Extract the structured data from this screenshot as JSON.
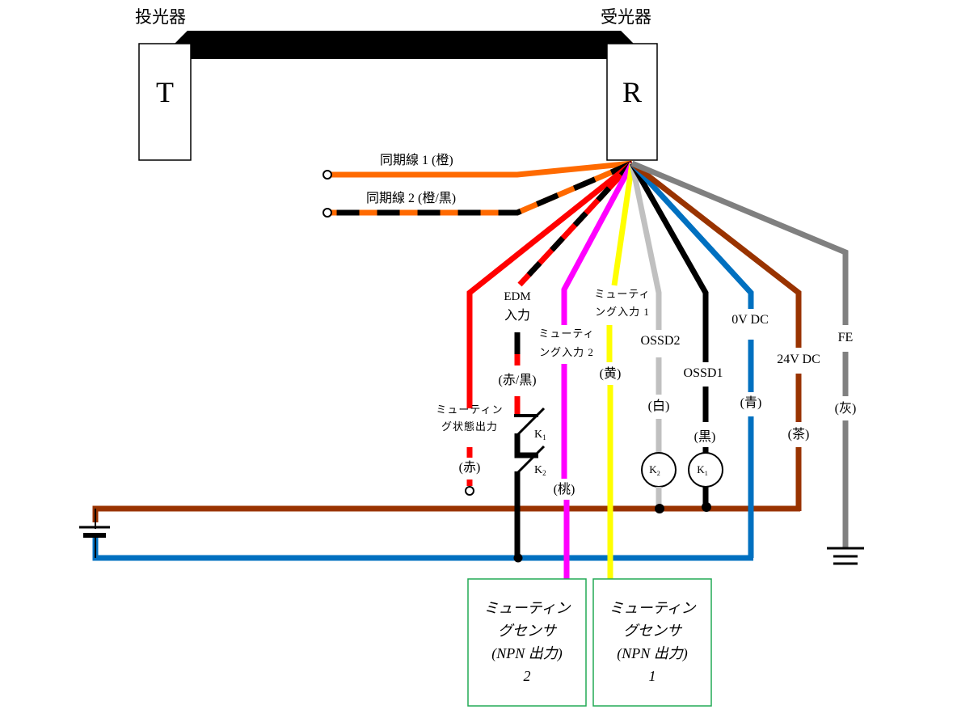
{
  "header": {
    "emitter_title": "投光器",
    "receiver_title": "受光器"
  },
  "units": {
    "emitter_letter": "T",
    "receiver_letter": "R"
  },
  "colors": {
    "orange": "#ff6a00",
    "black": "#000000",
    "red": "#ff0000",
    "magenta": "#ff00ff",
    "yellow": "#ffff00",
    "white_wire": "#c0c0c0",
    "blue": "#0070c0",
    "brown": "#993300",
    "gray": "#808080",
    "sensor_box": "#22aa55"
  },
  "wires": {
    "sync1": {
      "label": "同期線 1 (橙)"
    },
    "sync2": {
      "label": "同期線 2 (橙/黒)"
    },
    "muting_status": {
      "label_line1": "ミューティン",
      "label_line2": "グ状態出力",
      "color_label": "(赤)"
    },
    "edm": {
      "label_line1": "EDM",
      "label_line2": "入力",
      "color_label": "(赤/黒)"
    },
    "muting2": {
      "label_line1": "ミューティ",
      "label_line2": "ング入力 2",
      "color_label": "(桃)"
    },
    "muting1": {
      "label_line1": "ミューティ",
      "label_line2": "ング入力 1",
      "color_label": "(黄)"
    },
    "ossd2": {
      "label": "OSSD2",
      "color_label": "(白)"
    },
    "ossd1": {
      "label": "OSSD1",
      "color_label": "(黒)"
    },
    "zero_v": {
      "label": "0V DC",
      "color_label": "(青)"
    },
    "v24": {
      "label": "24V DC",
      "color_label": "(茶)"
    },
    "fe": {
      "label": "FE",
      "color_label": "(灰)"
    }
  },
  "contacts": {
    "k1": "K",
    "k1_sub": "1",
    "k2": "K",
    "k2_sub": "2"
  },
  "relays": {
    "k2": {
      "label": "K",
      "sub": "2"
    },
    "k1": {
      "label": "K",
      "sub": "1"
    }
  },
  "sensors": [
    {
      "line1": "ミューティン",
      "line2": "グセンサ",
      "line3": "(NPN 出力)",
      "line4": "2"
    },
    {
      "line1": "ミューティン",
      "line2": "グセンサ",
      "line3": "(NPN 出力)",
      "line4": "1"
    }
  ]
}
